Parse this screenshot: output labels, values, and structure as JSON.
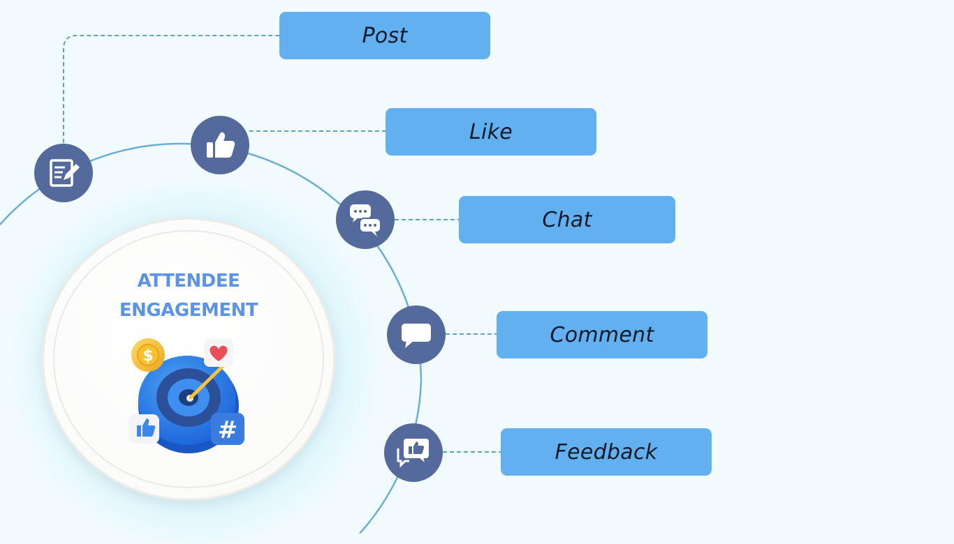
{
  "diagram": {
    "center": {
      "title_line1": "ATTENDEE",
      "title_line2": "ENGAGEMENT"
    },
    "items": [
      {
        "label": "Post",
        "icon": "document-edit-icon"
      },
      {
        "label": "Like",
        "icon": "thumbs-up-icon"
      },
      {
        "label": "Chat",
        "icon": "chat-bubbles-icon"
      },
      {
        "label": "Comment",
        "icon": "comment-bubble-icon"
      },
      {
        "label": "Feedback",
        "icon": "feedback-icon"
      }
    ]
  },
  "colors": {
    "background": "#f1fbfd",
    "label_fill": "#62b0ef",
    "node_fill": "#556a9c",
    "orbit_line": "#6aaed6",
    "connector": "#5aa2cf",
    "title_text": "#5b93e6"
  }
}
